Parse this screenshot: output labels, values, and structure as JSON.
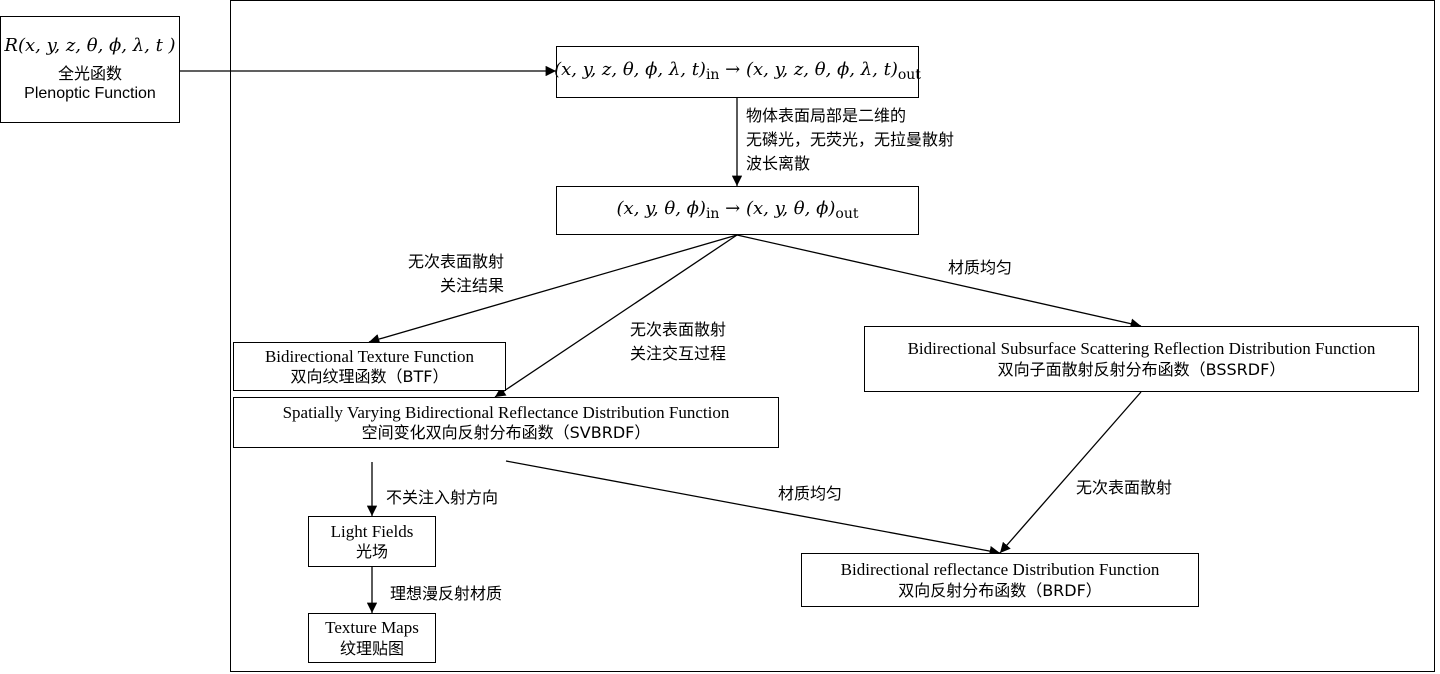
{
  "plenoptic": {
    "formula_fn": "R",
    "formula_args": "(x, y, z, θ, ϕ, λ, t )",
    "zh": "全光函数",
    "en": "Plenoptic Function"
  },
  "seven_d": {
    "left": "(x, y, z, θ, ϕ, λ, t)",
    "left_sub": "in",
    "arrow": " → ",
    "right": "(x, y, z, θ, ϕ, λ, t)",
    "right_sub": "out"
  },
  "four_d": {
    "left": "(x, y, θ, ϕ)",
    "left_sub": "in",
    "arrow": " → ",
    "right": "(x, y, θ, ϕ)",
    "right_sub": "out"
  },
  "labels": {
    "surface_2d": [
      "物体表面局部是二维的",
      "无磷光，无荧光，无拉曼散射",
      "波长离散"
    ],
    "btf_cond": [
      "无次表面散射",
      "关注结果"
    ],
    "svbrdf_cond": [
      "无次表面散射",
      "关注交互过程"
    ],
    "bssrdf_cond": "材质均匀",
    "light_fields_cond": "不关注入射方向",
    "texture_maps_cond": "理想漫反射材质",
    "brdf_from_svbrdf": "材质均匀",
    "brdf_from_bssrdf": "无次表面散射"
  },
  "btf": {
    "en": "Bidirectional Texture Function",
    "zh": "双向纹理函数（BTF）"
  },
  "svbrdf": {
    "en": "Spatially Varying Bidirectional Reflectance Distribution Function",
    "zh": "空间变化双向反射分布函数（SVBRDF）"
  },
  "bssrdf": {
    "en": "Bidirectional Subsurface Scattering Reflection Distribution Function",
    "zh": "双向子面散射反射分布函数（BSSRDF）"
  },
  "light_fields": {
    "en": "Light Fields",
    "zh": "光场"
  },
  "texture_maps": {
    "en": "Texture Maps",
    "zh": "纹理贴图"
  },
  "brdf": {
    "en": "Bidirectional reflectance Distribution Function",
    "zh": "双向反射分布函数（BRDF）"
  }
}
